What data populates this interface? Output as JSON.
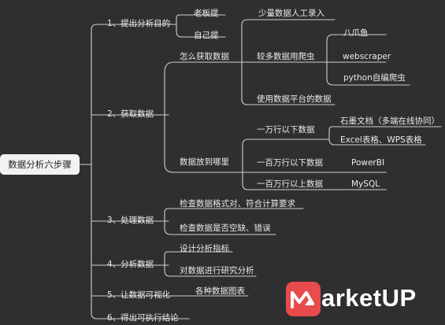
{
  "mindmap": {
    "root": "数据分析六步骤",
    "steps": {
      "s1": "1、提出分析目的",
      "s2": "2、获取数据",
      "s3": "3、处理数据",
      "s4": "4、分析数据",
      "s5": "5、让数据可视化",
      "s6": "6、得出可执行结论"
    },
    "s1_children": {
      "boss": "老板提",
      "self": "自己提"
    },
    "s2_children": {
      "how": "怎么获取数据",
      "where": "数据放到哪里"
    },
    "how_children": {
      "manual": "少量数据人工录入",
      "crawler": "较多数据用爬虫",
      "platform": "使用数据平台的数据"
    },
    "crawler_children": {
      "bazhuayu": "八爪鱼",
      "webscraper": "webscraper",
      "python": "python自编爬虫"
    },
    "where_children": {
      "lt10k": "一万行以下数据",
      "lt1m": "一百万行以下数据",
      "gt1m": "一百万行以上数据"
    },
    "lt10k_children": {
      "shimo": "石墨文档（多端在线协同）",
      "excel": "Excel表格、WPS表格"
    },
    "lt1m_child": "PowerBI",
    "gt1m_child": "MySQL",
    "s3_children": {
      "check_format": "检查数据格式对、符合计算要求",
      "check_missing": "检查数据是否空缺、错误"
    },
    "s4_children": {
      "design": "设计分析指标",
      "research": "对数据进行研究分析"
    },
    "s5_child": "各种数据图表"
  },
  "watermark": {
    "text": "arketUP",
    "color": "#e84b4b"
  },
  "colors": {
    "background": "#2f2f2f",
    "line": "#cfcfcf",
    "root_bg": "#f2f2f2"
  }
}
